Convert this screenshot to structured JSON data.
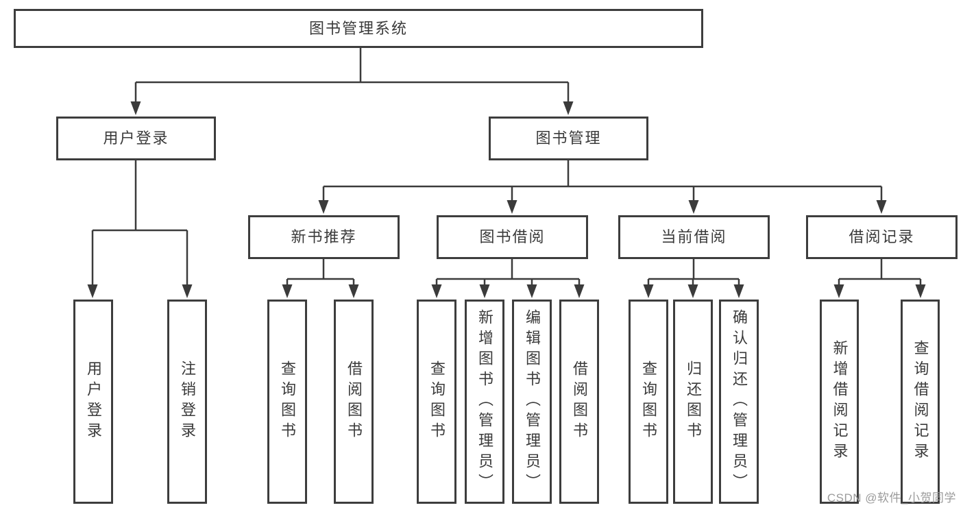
{
  "diagram_type": "hierarchy",
  "tree": {
    "label": "图书管理系统",
    "children": [
      {
        "label": "用户登录",
        "children": [
          {
            "label": "用户登录"
          },
          {
            "label": "注销登录"
          }
        ]
      },
      {
        "label": "图书管理",
        "children": [
          {
            "label": "新书推荐",
            "children": [
              {
                "label": "查询图书"
              },
              {
                "label": "借阅图书"
              }
            ]
          },
          {
            "label": "图书借阅",
            "children": [
              {
                "label": "查询图书"
              },
              {
                "label": "新增图书（管理员）"
              },
              {
                "label": "编辑图书（管理员）"
              },
              {
                "label": "借阅图书"
              }
            ]
          },
          {
            "label": "当前借阅",
            "children": [
              {
                "label": "查询图书"
              },
              {
                "label": "归还图书"
              },
              {
                "label": "确认归还（管理员）"
              }
            ]
          },
          {
            "label": "借阅记录",
            "children": [
              {
                "label": "新增借阅记录"
              },
              {
                "label": "查询借阅记录"
              }
            ]
          }
        ]
      }
    ]
  },
  "watermark": "CSDN @软件_小贺同学",
  "colors": {
    "background": "#ffffff",
    "box_border": "#3d3d3d",
    "line": "#3b3b3b",
    "text": "#3a3a3a",
    "watermark_text": "#9b9b9b"
  }
}
